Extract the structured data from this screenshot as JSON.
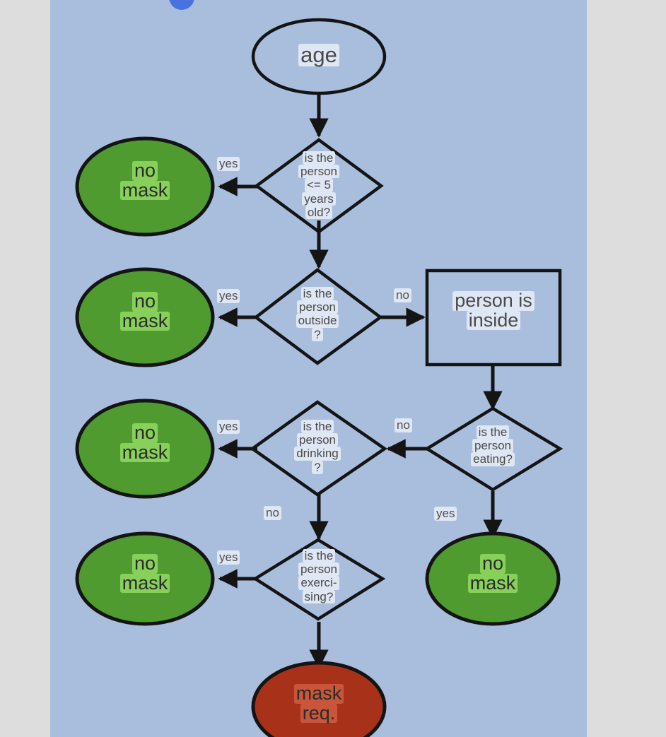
{
  "diagram": {
    "title": "mask requirement decision flowchart",
    "canvas_color": "#a9bedd",
    "page_color": "#dddddd",
    "colors": {
      "no_mask_fill": "#4f9b30",
      "mask_required_fill": "#a83219",
      "stroke": "#1a1a1a",
      "text": "#3a3a3a",
      "highlight_plain": "#dfe7f4",
      "highlight_green": "#87d15a",
      "highlight_red": "#c9563a",
      "blue_dot": "#4a71e0"
    },
    "nodes": [
      {
        "id": "age",
        "shape": "ellipse",
        "lines": [
          "age"
        ]
      },
      {
        "id": "age_check",
        "shape": "diamond",
        "lines": [
          "is the",
          "person",
          "<= 5",
          "years",
          "old?"
        ]
      },
      {
        "id": "no_mask_1",
        "shape": "ellipse",
        "lines": [
          "no",
          "mask"
        ]
      },
      {
        "id": "outside",
        "shape": "diamond",
        "lines": [
          "is the",
          "person",
          "outside",
          "?"
        ]
      },
      {
        "id": "no_mask_2",
        "shape": "ellipse",
        "lines": [
          "no",
          "mask"
        ]
      },
      {
        "id": "inside",
        "shape": "rect",
        "lines": [
          "person is",
          "inside"
        ]
      },
      {
        "id": "eating",
        "shape": "diamond",
        "lines": [
          "is the",
          "person",
          "eating?"
        ]
      },
      {
        "id": "drinking",
        "shape": "diamond",
        "lines": [
          "is the",
          "person",
          "drinking",
          "?"
        ]
      },
      {
        "id": "no_mask_3",
        "shape": "ellipse",
        "lines": [
          "no",
          "mask"
        ]
      },
      {
        "id": "no_mask_4",
        "shape": "ellipse",
        "lines": [
          "no",
          "mask"
        ]
      },
      {
        "id": "exercising",
        "shape": "diamond",
        "lines": [
          "is the",
          "person",
          "exerci-",
          "sing?"
        ]
      },
      {
        "id": "mask_req",
        "shape": "ellipse",
        "lines": [
          "mask",
          "req."
        ]
      }
    ],
    "edges": [
      {
        "from": "age",
        "to": "age_check",
        "label": ""
      },
      {
        "from": "age_check",
        "to": "no_mask_1",
        "label": "yes"
      },
      {
        "from": "age_check",
        "to": "outside",
        "label": ""
      },
      {
        "from": "outside",
        "to": "no_mask_2",
        "label": "yes"
      },
      {
        "from": "outside",
        "to": "inside",
        "label": "no"
      },
      {
        "from": "inside",
        "to": "eating",
        "label": ""
      },
      {
        "from": "eating",
        "to": "drinking",
        "label": "no"
      },
      {
        "from": "eating",
        "to": "no_mask_4",
        "label": "yes"
      },
      {
        "from": "drinking",
        "to": "no_mask_3",
        "label": "yes"
      },
      {
        "from": "drinking",
        "to": "exercising",
        "label": "no"
      },
      {
        "from": "exercising",
        "to": "no_mask_5",
        "label": "yes"
      },
      {
        "from": "exercising",
        "to": "mask_req",
        "label": ""
      }
    ]
  },
  "labels": {
    "age": "age",
    "age_check": {
      "l1": "is the",
      "l2": "person",
      "l3": "<= 5",
      "l4": "years",
      "l5": "old?"
    },
    "outside": {
      "l1": "is the",
      "l2": "person",
      "l3": "outside",
      "l4": "?"
    },
    "inside": {
      "l1": "person is",
      "l2": "inside"
    },
    "eating": {
      "l1": "is the",
      "l2": "person",
      "l3": "eating?"
    },
    "drinking": {
      "l1": "is the",
      "l2": "person",
      "l3": "drinking",
      "l4": "?"
    },
    "exercising": {
      "l1": "is the",
      "l2": "person",
      "l3": "exerci-",
      "l4": "sing?"
    },
    "no_mask": {
      "l1": "no",
      "l2": "mask"
    },
    "mask_req": {
      "l1": "mask",
      "l2": "req."
    },
    "yes": "yes",
    "no": "no"
  }
}
